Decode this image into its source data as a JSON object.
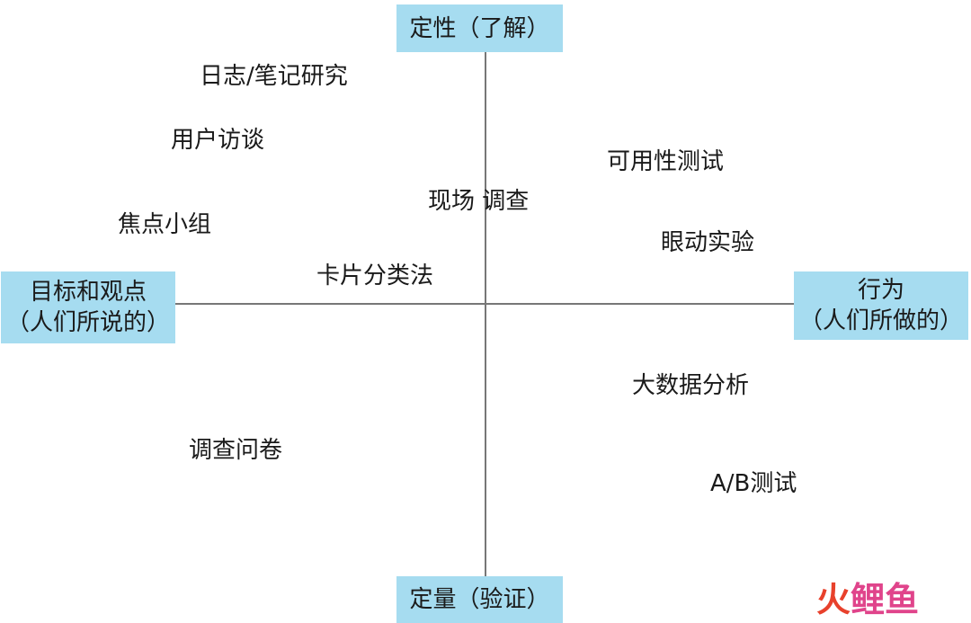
{
  "axes": {
    "top": {
      "label": "定性（了解）"
    },
    "bottom": {
      "label": "定量（验证）"
    },
    "left": {
      "line1": "目标和观点",
      "line2": "（人们所说的）"
    },
    "right": {
      "line1": "行为",
      "line2": "（人们所做的）"
    }
  },
  "methods": {
    "diary": "日志/笔记研究",
    "interview": "用户访谈",
    "focus_group": "焦点小组",
    "field_study": "现场 调查",
    "card_sort": "卡片分类法",
    "usability": "可用性测试",
    "eye_tracking": "眼动实验",
    "big_data": "大数据分析",
    "survey": "调查问卷",
    "ab_test": "A/B测试"
  },
  "watermark": {
    "char1": "火",
    "char2": "鲤",
    "char3": "鱼"
  },
  "colors": {
    "axis_box_fill": "#a6dcf0",
    "axis_line": "#777777",
    "text": "#1a1a1a",
    "logo_red": "#e8412c",
    "logo_pink": "#e0448b"
  }
}
